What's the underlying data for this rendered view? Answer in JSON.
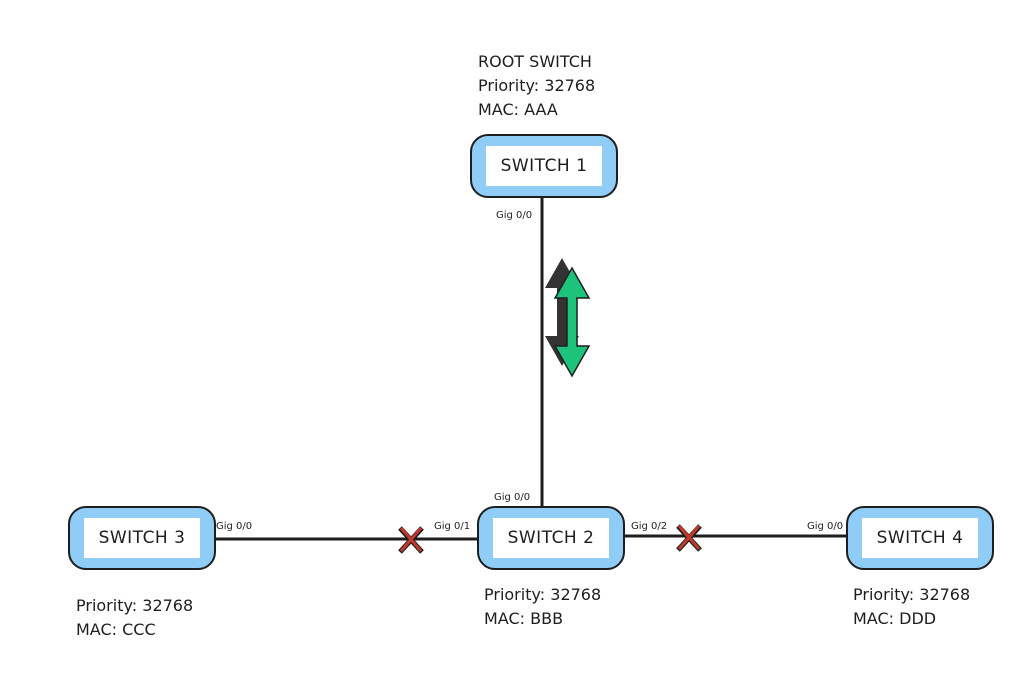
{
  "diagram": {
    "title": "STP Root Bridge Topology",
    "root_label": "ROOT SWITCH",
    "switches": [
      {
        "id": "sw1",
        "name": "SWITCH 1",
        "priority": "Priority: 32768",
        "mac": "MAC: AAA",
        "is_root": true
      },
      {
        "id": "sw2",
        "name": "SWITCH 2",
        "priority": "Priority: 32768",
        "mac": "MAC: BBB",
        "is_root": false
      },
      {
        "id": "sw3",
        "name": "SWITCH 3",
        "priority": "Priority: 32768",
        "mac": "MAC: CCC",
        "is_root": false
      },
      {
        "id": "sw4",
        "name": "SWITCH 4",
        "priority": "Priority: 32768",
        "mac": "MAC: DDD",
        "is_root": false
      }
    ],
    "links": [
      {
        "from": "sw1",
        "from_port": "Gig 0/0",
        "to": "sw2",
        "to_port": "Gig 0/0",
        "state": "forwarding",
        "marker": "double-arrow-icon"
      },
      {
        "from": "sw3",
        "from_port": "Gig 0/0",
        "to": "sw2",
        "to_port": "Gig 0/1",
        "state": "blocked",
        "marker": "x-mark-icon"
      },
      {
        "from": "sw2",
        "from_port": "Gig 0/2",
        "to": "sw4",
        "to_port": "Gig 0/0",
        "state": "blocked",
        "marker": "x-mark-icon"
      }
    ],
    "colors": {
      "switch_fill": "#90cdf6",
      "stroke": "#1e1e1e",
      "arrow_fill": "#1dc37a",
      "blocked_mark": "#c0392b"
    }
  }
}
